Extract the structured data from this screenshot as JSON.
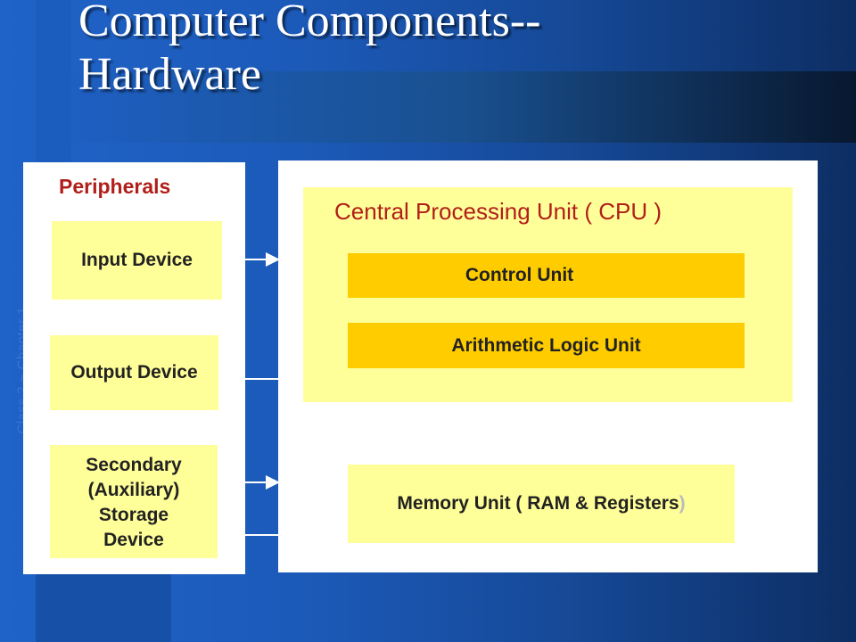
{
  "slide": {
    "title": "Computer Components--\nHardware",
    "watermark": "Class 2 ~ Chapter 1"
  },
  "peripherals": {
    "heading": "Peripherals",
    "input": "Input Device",
    "output": "Output Device",
    "storage": "Secondary\n(Auxiliary)\nStorage\nDevice"
  },
  "cpu": {
    "heading": "Central Processing Unit ( CPU )",
    "control_unit": "Control Unit",
    "alu": "Arithmetic Logic Unit"
  },
  "memory": {
    "label": "Memory Unit ( RAM & Registers ",
    "closing_paren": ")"
  },
  "colors": {
    "background": "#1a57b8",
    "heading_red": "#b11f1a",
    "box_yellow": "#ffff99",
    "unit_gold": "#ffcc00",
    "panel": "#ffffff"
  }
}
